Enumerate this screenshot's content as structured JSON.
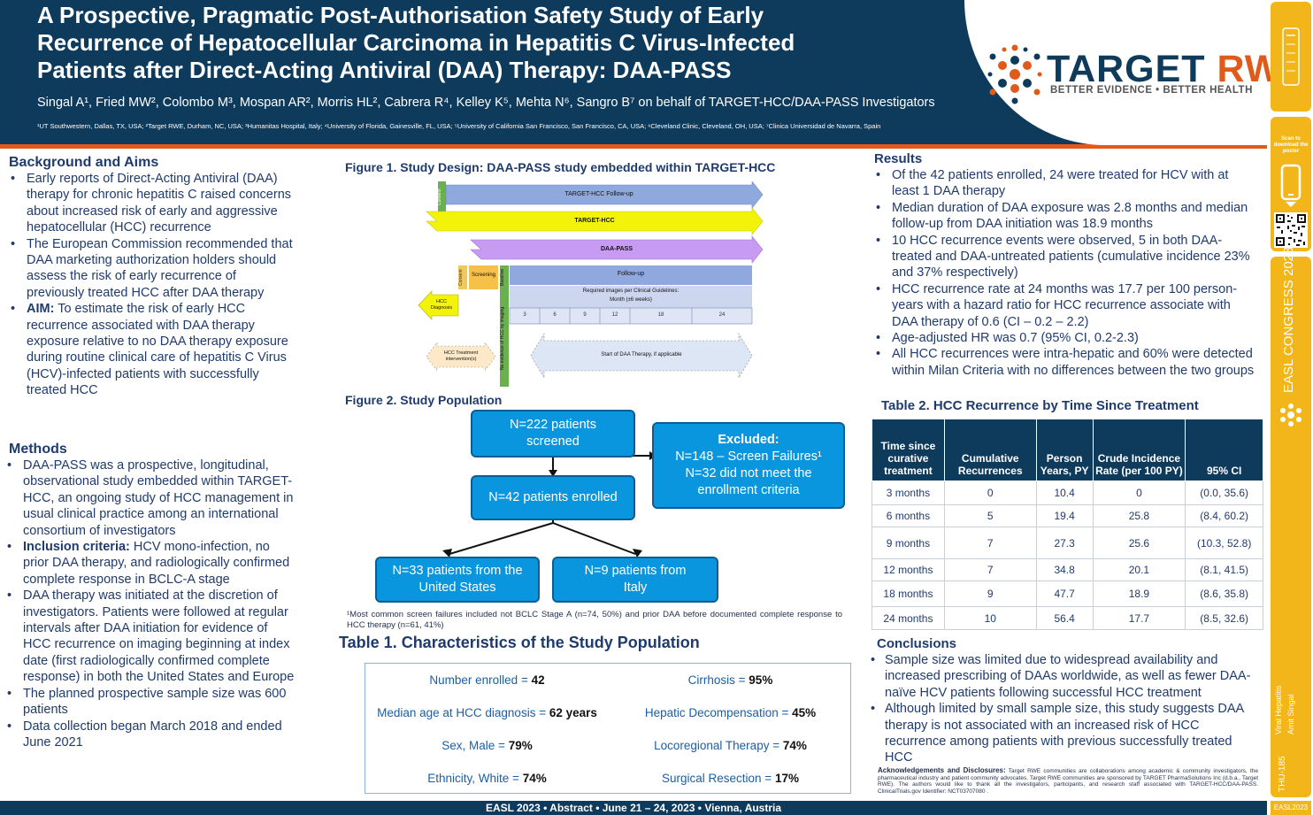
{
  "header": {
    "title_lines": [
      "A Prospective, Pragmatic Post-Authorisation Safety Study of Early",
      "Recurrence of Hepatocellular Carcinoma in Hepatitis C Virus-Infected",
      "Patients after Direct-Acting Antiviral (DAA) Therapy: DAA-PASS"
    ],
    "authors": "Singal A¹, Fried MW², Colombo M³, Mospan AR², Morris HL², Cabrera R⁴, Kelley K⁵, Mehta N⁶, Sangro B⁷ on behalf of TARGET-HCC/DAA-PASS Investigators",
    "affiliations": "¹UT Southwestern, Dallas, TX, USA; ²Target RWE, Durham, NC, USA; ³Humanitas Hospital, Italy; ⁴University of Florida, Gainesville, FL, USA; ⁵University of California San Francisco, San Francisco, CA, USA; ⁶Cleveland Clinic, Cleveland, OH, USA; ⁷Clinica Universidad de Navarra, Spain",
    "logo_word1": "TARGET ",
    "logo_word2": "RWE",
    "logo_tagline": "BETTER EVIDENCE • BETTER HEALTH"
  },
  "sidebar": {
    "scan_text": "Scan to download the poster",
    "congress": "EASL CONGRESS 2023",
    "topic": "Viral Hepatitis",
    "presenter": "Amit Singal",
    "abstract_id": "THU-185",
    "hashtag": "EASL2023"
  },
  "background": {
    "heading": "Background and Aims",
    "items": [
      {
        "bold": "",
        "text": "Early reports of Direct-Acting Antiviral (DAA) therapy for chronic hepatitis C raised concerns about increased risk of early and aggressive hepatocellular (HCC) recurrence"
      },
      {
        "bold": "",
        "text": "The European Commission recommended that DAA marketing authorization holders should assess the risk of early recurrence of previously treated HCC after DAA therapy"
      },
      {
        "bold": "AIM:",
        "text": " To estimate the risk of early HCC recurrence associated with DAA therapy exposure relative to no DAA therapy exposure during routine clinical care of hepatitis C Virus (HCV)-infected patients with successfully treated HCC"
      }
    ]
  },
  "methods": {
    "heading": "Methods",
    "items": [
      {
        "bold": "",
        "text": "DAA-PASS was a prospective, longitudinal, observational study embedded within TARGET-HCC, an ongoing study of HCC management in usual clinical practice among an international consortium of investigators"
      },
      {
        "bold": "Inclusion criteria:",
        "text": " HCV mono-infection, no prior DAA therapy, and radiologically confirmed complete response in BCLC-A stage"
      },
      {
        "bold": "",
        "text": "DAA therapy was initiated at the discretion of investigators. Patients were followed at regular intervals after DAA initiation for evidence of HCC recurrence on imaging beginning at index date (first radiologically confirmed complete response) in both the United States and Europe"
      },
      {
        "bold": "",
        "text": "The planned prospective sample size was 600 patients"
      },
      {
        "bold": "",
        "text": "Data collection began March 2018 and ended June 2021"
      }
    ]
  },
  "figure1": {
    "heading": "Figure 1. Study Design: DAA-PASS study embedded within TARGET-HCC",
    "followup_bar": "TARGET-HCC Follow-up",
    "target_bar": "TARGET-HCC",
    "pass_bar": "DAA-PASS",
    "consent": "Consent",
    "screening": "Screening",
    "baseline": "Baseline",
    "followup": "Follow-up",
    "required_images": "Required images per Clinical Guidelines:",
    "month_note": "Month (±6 weeks)",
    "months": [
      "3",
      "6",
      "9",
      "12",
      "18",
      "24"
    ],
    "hcc_diagnosis": "HCC Diagnosis",
    "hcc_treatment": "HCC Treatment intervention(s)",
    "no_evidence": "No evidence of HCC by imaging",
    "start_daa": "Start of DAA Therapy, if applicable"
  },
  "figure2": {
    "heading": "Figure 2. Study Population",
    "screened": "N=222 patients screened",
    "excluded_title": "Excluded:",
    "excluded_line1": "N=148 – Screen Failures¹",
    "excluded_line2": "N=32 did not meet the enrollment criteria",
    "enrolled": "N=42 patients enrolled",
    "us": "N=33 patients from the United States",
    "italy": "N=9 patients from Italy",
    "footnote": "¹Most common screen failures included not BCLC Stage A (n=74, 50%) and prior DAA before documented complete response to HCC therapy (n=61, 41%)"
  },
  "table1": {
    "heading": "Table 1. Characteristics of the Study Population",
    "cells": [
      {
        "label": "Number enrolled = ",
        "value": "42"
      },
      {
        "label": "Cirrhosis = ",
        "value": "95%"
      },
      {
        "label": "Median age at HCC diagnosis = ",
        "value": "62 years"
      },
      {
        "label": "Hepatic Decompensation = ",
        "value": "45%"
      },
      {
        "label": "Sex, Male = ",
        "value": "79%"
      },
      {
        "label": "Locoregional Therapy = ",
        "value": "74%"
      },
      {
        "label": "Ethnicity, White = ",
        "value": "74%"
      },
      {
        "label": "Surgical Resection = ",
        "value": "17%"
      }
    ]
  },
  "results": {
    "heading": "Results",
    "items": [
      "Of the 42 patients enrolled, 24 were treated for HCV with at least 1 DAA therapy",
      "Median duration of DAA exposure was 2.8 months and median follow-up from DAA initiation was 18.9 months",
      "10 HCC recurrence events  were observed, 5 in both DAA-treated and DAA-untreated patients (cumulative incidence 23% and 37% respectively)",
      "HCC recurrence rate at 24 months was 17.7 per 100 person-years with a hazard ratio for HCC recurrence associate with DAA therapy of 0.6 (CI – 0.2 – 2.2)",
      "Age-adjusted HR was 0.7 (95% CI, 0.2-2.3)",
      "All HCC recurrences were intra-hepatic and 60% were detected within Milan Criteria with no differences between the two groups"
    ]
  },
  "table2": {
    "heading": "Table 2. HCC Recurrence by Time Since Treatment",
    "columns": [
      "Time since curative treatment",
      "Cumulative Recurrences",
      "Person Years, PY",
      "Crude Incidence Rate (per 100 PY)",
      "95% CI"
    ],
    "rows": [
      [
        "3 months",
        "0",
        "10.4",
        "0",
        "(0.0, 35.6)"
      ],
      [
        "6 months",
        "5",
        "19.4",
        "25.8",
        "(8.4, 60.2)"
      ],
      [
        "9 months",
        "7",
        "27.3",
        "25.6",
        "(10.3, 52.8)"
      ],
      [
        "12 months",
        "7",
        "34.8",
        "20.1",
        "(8.1, 41.5)"
      ],
      [
        "18 months",
        "9",
        "47.7",
        "18.9",
        "(8.6, 35.8)"
      ],
      [
        "24 months",
        "10",
        "56.4",
        "17.7",
        "(8.5, 32.6)"
      ]
    ]
  },
  "conclusions": {
    "heading": "Conclusions",
    "items": [
      "Sample size was limited due to widespread availability and increased prescribing of DAAs worldwide, as well as fewer DAA-naïve HCV patients following successful HCC treatment",
      "Although limited by small sample size, this study suggests DAA therapy is not associated with an increased risk of HCC recurrence among patients with previous successfully treated HCC"
    ]
  },
  "acknowledgements": {
    "label": "Acknowledgements and Disclosures:",
    "text": " Target RWE communities are collaborations among academic & community investigators, the pharmaceutical industry and patient community advocates. Target RWE communities are sponsored by TARGET PharmaSolutions Inc (d.b.a., Target RWE). The authors would like to thank all the investigators, participants, and research staff associated with TARGET-HCC/DAA-PASS. ClinicalTrials.gov Identifier: NCT03707080 ."
  },
  "footer": "EASL 2023 • Abstract • June 21 – 24, 2023 • Vienna, Austria",
  "colors": {
    "navy": "#0e3a5c",
    "orange": "#e05a1a",
    "blue_box": "#0a96de",
    "gold": "#f2b51a"
  }
}
